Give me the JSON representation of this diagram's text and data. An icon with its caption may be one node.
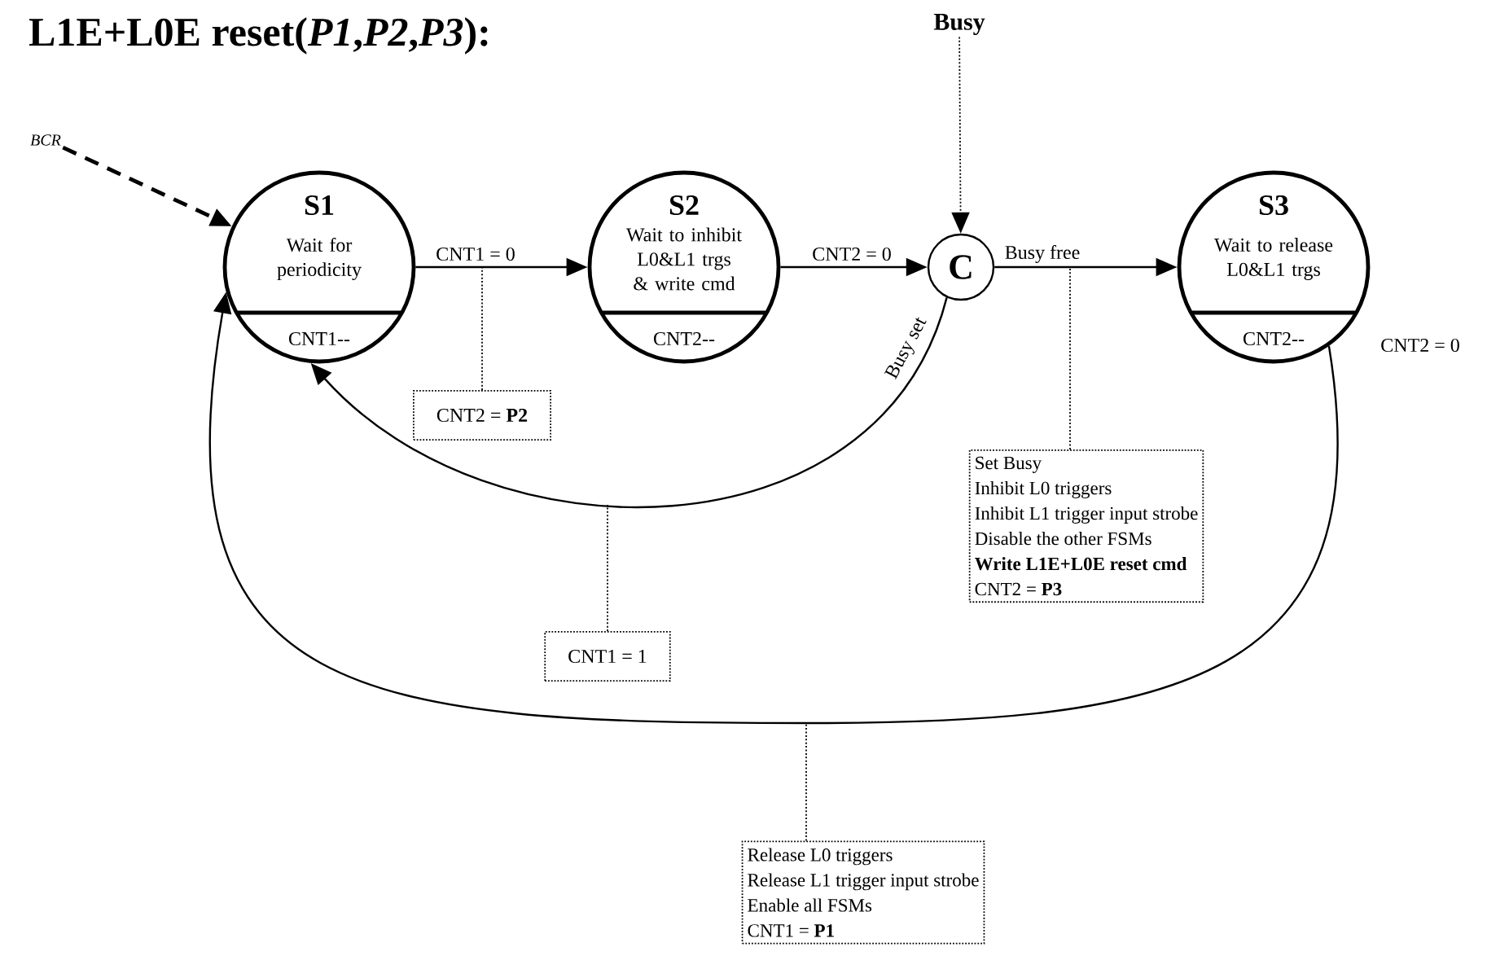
{
  "diagram": {
    "title": "L1E+L0E reset(*P1*,*P2*,*P3*):",
    "nodes": [
      {
        "text": [
          "S1",
          "Wait for periodicity",
          "CNT1--"
        ]
      },
      {
        "text": [
          "S2",
          "Wait to inhibit L0&L1 trgs & write cmd",
          "CNT2--"
        ]
      },
      {
        "text": [
          "C"
        ]
      },
      {
        "text": [
          "S3",
          "Wait to release L0&L1 trgs",
          "CNT2--"
        ]
      },
      {
        "text": [
          "BCR"
        ]
      },
      {
        "text": [
          "Busy"
        ]
      },
      {
        "text": [
          "CNT2 = **P2**"
        ]
      },
      {
        "text": [
          "CNT1 = 1"
        ]
      },
      {
        "text": [
          "Set Busy",
          "Inhibit L0 triggers",
          "Inhibit L1 trigger input strobe",
          "Disable the other FSMs",
          "**Write L1E+L0E reset cmd**",
          "CNT2 = **P3**"
        ]
      },
      {
        "text": [
          "Release L0 triggers",
          "Release L1 trigger input strobe",
          "Enable all FSMs",
          "CNT1 = **P1**"
        ]
      }
    ],
    "edges": [
      {
        "from": 4,
        "to": 0,
        "arrow": "to",
        "style": "dashed"
      },
      {
        "from": 0,
        "to": 1,
        "arrow": "to",
        "label": "CNT1 = 0"
      },
      {
        "from": 1,
        "to": 2,
        "arrow": "to",
        "label": "CNT2 = 0"
      },
      {
        "from": 2,
        "to": 3,
        "arrow": "to",
        "label": "Busy free"
      },
      {
        "from": 2,
        "to": 0,
        "arrow": "to",
        "label": "Busy set"
      },
      {
        "from": 3,
        "to": 0,
        "arrow": "to",
        "label": "CNT2 = 0"
      },
      {
        "from": 5,
        "to": 2,
        "arrow": "to",
        "style": "dashed"
      },
      {
        "from": 6,
        "to": null,
        "arrow": "none",
        "style": "dashed"
      },
      {
        "from": 7,
        "to": null,
        "arrow": "none",
        "style": "dashed"
      },
      {
        "from": 8,
        "to": null,
        "arrow": "none",
        "style": "dashed"
      },
      {
        "from": 9,
        "to": null,
        "arrow": "none",
        "style": "dashed"
      }
    ]
  }
}
